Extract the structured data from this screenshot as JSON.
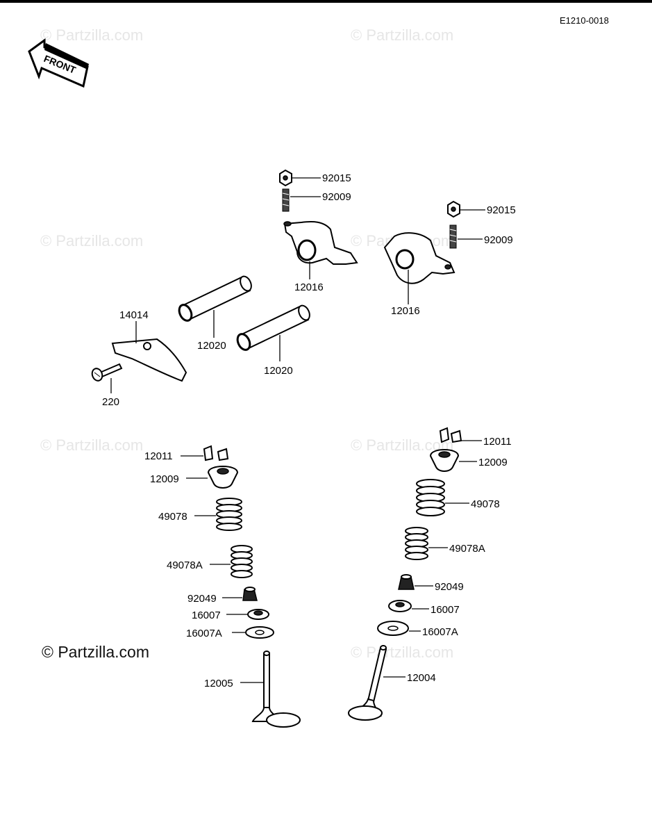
{
  "diagram_code": "E1210-0018",
  "front_label": "FRONT",
  "watermark": "© Partzilla.com",
  "watermark_main": "© Partzilla.com",
  "parts": {
    "nut_left": "92015",
    "stud_left": "92009",
    "nut_right": "92015",
    "stud_right": "92009",
    "rocker_left": "12016",
    "rocker_right": "12016",
    "plate": "14014",
    "bolt": "220",
    "shaft_upper": "12020",
    "shaft_lower": "12020",
    "cotter_left": "12011",
    "retainer_left": "12009",
    "spring_outer_left": "49078",
    "spring_inner_left": "49078A",
    "seal_left": "92049",
    "seat_left": "16007",
    "washer_left": "16007A",
    "valve_left": "12005",
    "cotter_right": "12011",
    "retainer_right": "12009",
    "spring_outer_right": "49078",
    "spring_inner_right": "49078A",
    "seal_right": "92049",
    "seat_right": "16007",
    "washer_right": "16007A",
    "valve_right": "12004"
  }
}
